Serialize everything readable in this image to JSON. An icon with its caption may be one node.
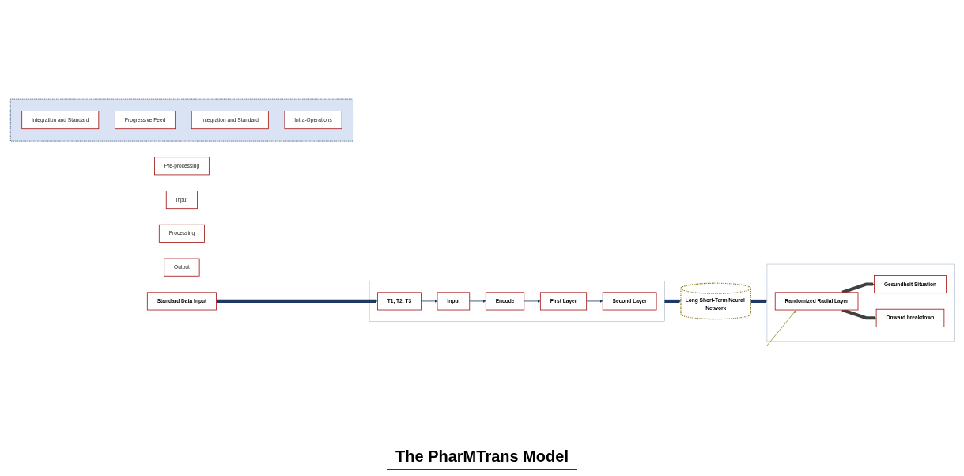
{
  "diagram": {
    "caption": "The PharMTrans Model",
    "nodes": [
      {
        "text": [
          "Pre-processing"
        ]
      },
      {
        "text": [
          "Input"
        ]
      },
      {
        "text": [
          "Processing"
        ]
      },
      {
        "text": [
          "Output"
        ]
      },
      {
        "text": [],
        "shape": "box"
      },
      {
        "text": [
          "Integration and Standard"
        ],
        "in": 4
      },
      {
        "text": [
          "Progressive Feed"
        ],
        "in": 4
      },
      {
        "text": [
          "Integration and Standard"
        ],
        "in": 4
      },
      {
        "text": [
          "Intra-Operations"
        ],
        "in": 4
      },
      {
        "text": [],
        "shape": "box"
      },
      {
        "text": [
          "Second Layer"
        ],
        "in": 9
      },
      {
        "text": [
          "First Layer"
        ],
        "in": 9
      },
      {
        "text": [
          "Encode"
        ],
        "in": 9
      },
      {
        "text": [
          "Input"
        ],
        "in": 9
      },
      {
        "text": [
          "T1, T2, T3"
        ],
        "in": 9
      },
      {
        "text": [
          "Standard Data Input"
        ]
      },
      {
        "text": [
          "Long Short-Term Neural Network"
        ]
      },
      {
        "text": [],
        "shape": "box"
      },
      {
        "text": [
          "Randomized Radial Layer"
        ],
        "in": 17
      },
      {
        "text": [
          "Gesundheit Situation"
        ],
        "in": 17
      },
      {
        "text": [
          "Onward breakdown"
        ],
        "in": 17
      }
    ],
    "edges": [
      {
        "from": 15,
        "to": 14,
        "arrow": "to",
        "style": "thick"
      },
      {
        "from": 14,
        "to": 13,
        "arrow": "to"
      },
      {
        "from": 13,
        "to": 12,
        "arrow": "to"
      },
      {
        "from": 12,
        "to": 11,
        "arrow": "to"
      },
      {
        "from": 11,
        "to": 10,
        "arrow": "to"
      },
      {
        "from": 9,
        "to": 16,
        "arrow": "to",
        "style": "thick"
      },
      {
        "from": 16,
        "to": 17,
        "arrow": "to",
        "style": "thick"
      },
      {
        "from": 17,
        "to": 18,
        "arrow": "to",
        "color": "#948a24"
      },
      {
        "from": 18,
        "to": 19,
        "arrow": "to",
        "style": "thick",
        "color": "#404040"
      },
      {
        "from": 18,
        "to": 20,
        "arrow": "to",
        "style": "thick",
        "color": "#404040"
      }
    ]
  }
}
